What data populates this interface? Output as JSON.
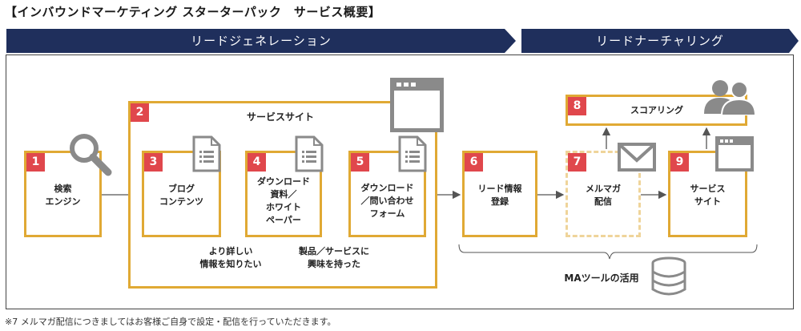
{
  "title": "【インバウンドマーケティング スターターパック　サービス概要】",
  "phases": [
    {
      "label": "リードジェネレーション"
    },
    {
      "label": "リードナーチャリング"
    }
  ],
  "container": {
    "number": "2",
    "label": "サービスサイト"
  },
  "steps": [
    {
      "number": "1",
      "label": "検索\nエンジン"
    },
    {
      "number": "3",
      "label": "ブログ\nコンテンツ"
    },
    {
      "number": "4",
      "label": "ダウンロード\n資料／\nホワイト\nペーパー"
    },
    {
      "number": "5",
      "label": "ダウンロード\n／問い合わせ\nフォーム"
    },
    {
      "number": "6",
      "label": "リード情報\n登録"
    },
    {
      "number": "7",
      "label": "メルマガ\n配信"
    },
    {
      "number": "9",
      "label": "サービス\nサイト"
    },
    {
      "number": "8",
      "label": "スコアリング"
    }
  ],
  "notes": {
    "want_to_know": "より詳しい\n情報を知りたい",
    "interested": "製品／サービスに\n興味を持った",
    "ma_tool": "MAツールの活用"
  },
  "footnote": "※7 メルマガ配信につきましてはお客様ご自身で設定・配信を行っていただきます。",
  "colors": {
    "phase_bar": "#1f2f5c",
    "box_border": "#e0a934",
    "number_badge": "#e0474c",
    "icon_gray": "#8a8a8a"
  },
  "icons": [
    "search-icon",
    "document-icon",
    "browser-window-icon",
    "envelope-icon",
    "users-icon",
    "database-icon"
  ]
}
